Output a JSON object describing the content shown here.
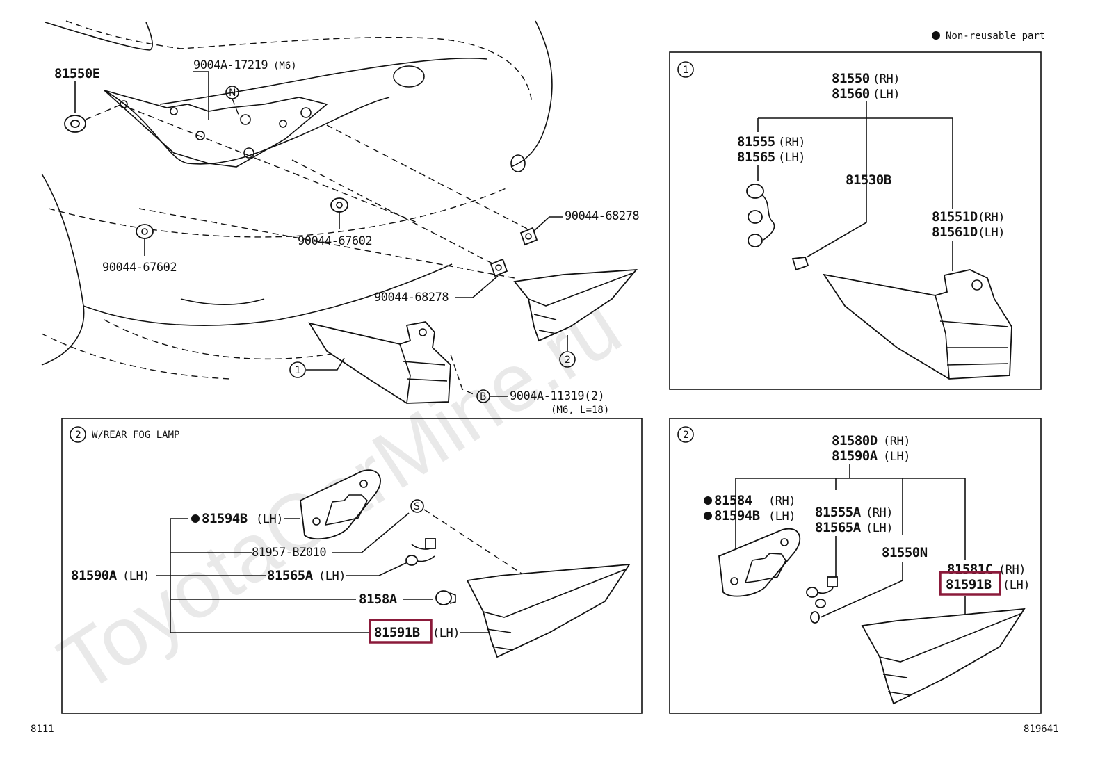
{
  "watermark": "ToyotaCarMine.ru",
  "legend": {
    "bullet": "●",
    "text": "Non-reusable part"
  },
  "footer": {
    "left": "8111",
    "right": "819641"
  },
  "callouts": {
    "one": "1",
    "two": "2",
    "n": "N",
    "b": "B",
    "s": "S"
  },
  "main": {
    "p81550E": "81550E",
    "p9004A17219": "9004A-17219",
    "p9004A17219_note": "(M6)",
    "p90044_67602_a": "90044-67602",
    "p90044_67602_b": "90044-67602",
    "p90044_68278_a": "90044-68278",
    "p90044_68278_b": "90044-68278",
    "p9004A11319": "9004A-11319(2)",
    "p9004A11319_note": "(M6, L=18)"
  },
  "panel_tl": {
    "title": "W/REAR FOG LAMP",
    "p81594B": "81594B",
    "p81594B_side": "(LH)",
    "p81957": "81957-BZ010",
    "p81590A": "81590A",
    "p81590A_side": "(LH)",
    "p81565A": "81565A",
    "p81565A_side": "(LH)",
    "p8158A": "8158A",
    "p81591B": "81591B",
    "p81591B_side": "(LH)"
  },
  "panel_tr": {
    "p81550": "81550",
    "p81550_side": "(RH)",
    "p81560": "81560",
    "p81560_side": "(LH)",
    "p81555": "81555",
    "p81555_side": "(RH)",
    "p81565": "81565",
    "p81565_side": "(LH)",
    "p81530B": "81530B",
    "p81551D": "81551D",
    "p81551D_side": "(RH)",
    "p81561D": "81561D",
    "p81561D_side": "(LH)"
  },
  "panel_br": {
    "p81580D": "81580D",
    "p81580D_side": "(RH)",
    "p81590A": "81590A",
    "p81590A_side": "(LH)",
    "p81584": "81584",
    "p81584_side": "(RH)",
    "p81594B": "81594B",
    "p81594B_side": "(LH)",
    "p81555A": "81555A",
    "p81555A_side": "(RH)",
    "p81565A": "81565A",
    "p81565A_side": "(LH)",
    "p81550N": "81550N",
    "p81581C": "81581C",
    "p81581C_side": "(RH)",
    "p81591B": "81591B",
    "p81591B_side": "(LH)"
  },
  "colors": {
    "highlight": "#8b1a3a",
    "watermark": "#e9e9e9",
    "ink": "#111111"
  }
}
